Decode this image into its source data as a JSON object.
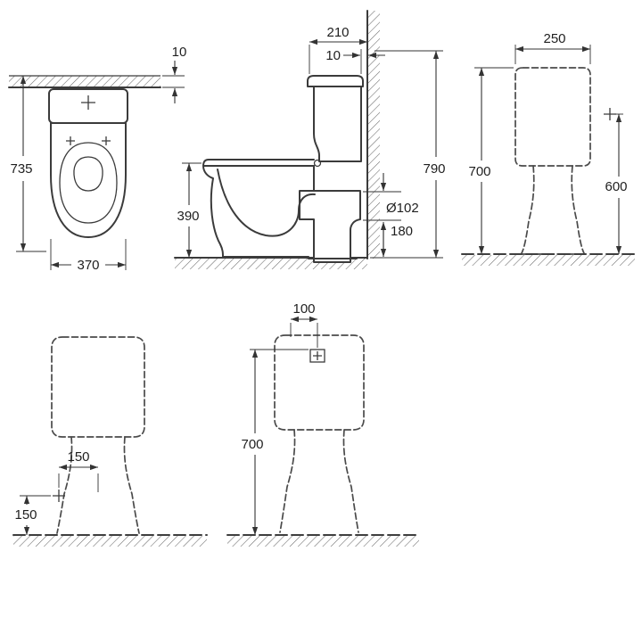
{
  "drawing": {
    "background_color": "#ffffff",
    "line_color": "#3b3b3b",
    "dimension_color": "#333333",
    "views": {
      "plan": {
        "wall_gap": "10",
        "overall_depth": "735",
        "overall_width": "370"
      },
      "side": {
        "cistern_depth": "210",
        "wall_gap": "10",
        "overall_height": "790",
        "rim_height": "390",
        "outlet_diameter": "Ø102",
        "outlet_height": "180"
      },
      "rear": {
        "cistern_width": "250",
        "cistern_top_height": "700",
        "supply_height": "600"
      },
      "front": {
        "supply_offset": "150",
        "supply_height": "150"
      },
      "cistern": {
        "button_offset": "100",
        "cistern_top_height": "700"
      }
    }
  }
}
